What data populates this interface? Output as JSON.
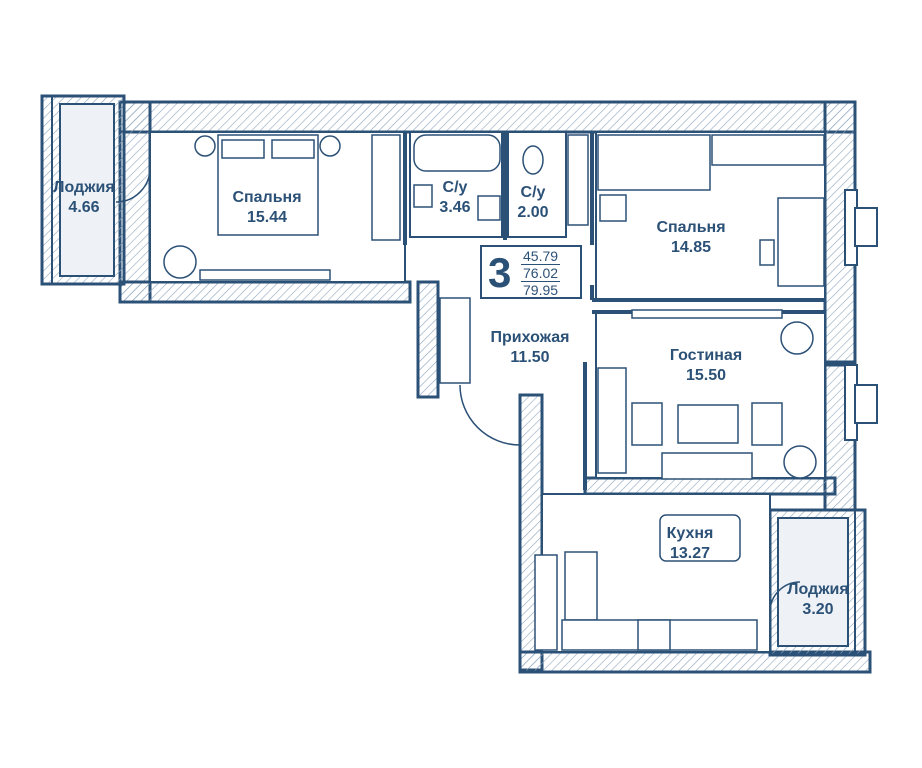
{
  "apartment": {
    "rooms_count": "3",
    "living_area": "45.79",
    "total_area": "76.02",
    "total_area_with_loggias": "79.95"
  },
  "rooms": {
    "loggia_left": {
      "name": "Лоджия",
      "area": "4.66"
    },
    "bedroom_left": {
      "name": "Спальня",
      "area": "15.44"
    },
    "bathroom_1": {
      "name": "С/у",
      "area": "3.46"
    },
    "bathroom_2": {
      "name": "С/у",
      "area": "2.00"
    },
    "bedroom_right": {
      "name": "Спальня",
      "area": "14.85"
    },
    "hallway": {
      "name": "Прихожая",
      "area": "11.50"
    },
    "living_room": {
      "name": "Гостиная",
      "area": "15.50"
    },
    "kitchen": {
      "name": "Кухня",
      "area": "13.27"
    },
    "loggia_right": {
      "name": "Лоджия",
      "area": "3.20"
    }
  },
  "colors": {
    "wall": "#2c5177",
    "hatch": "#8fa6bd",
    "loggia_fill": "#eef2f6"
  }
}
